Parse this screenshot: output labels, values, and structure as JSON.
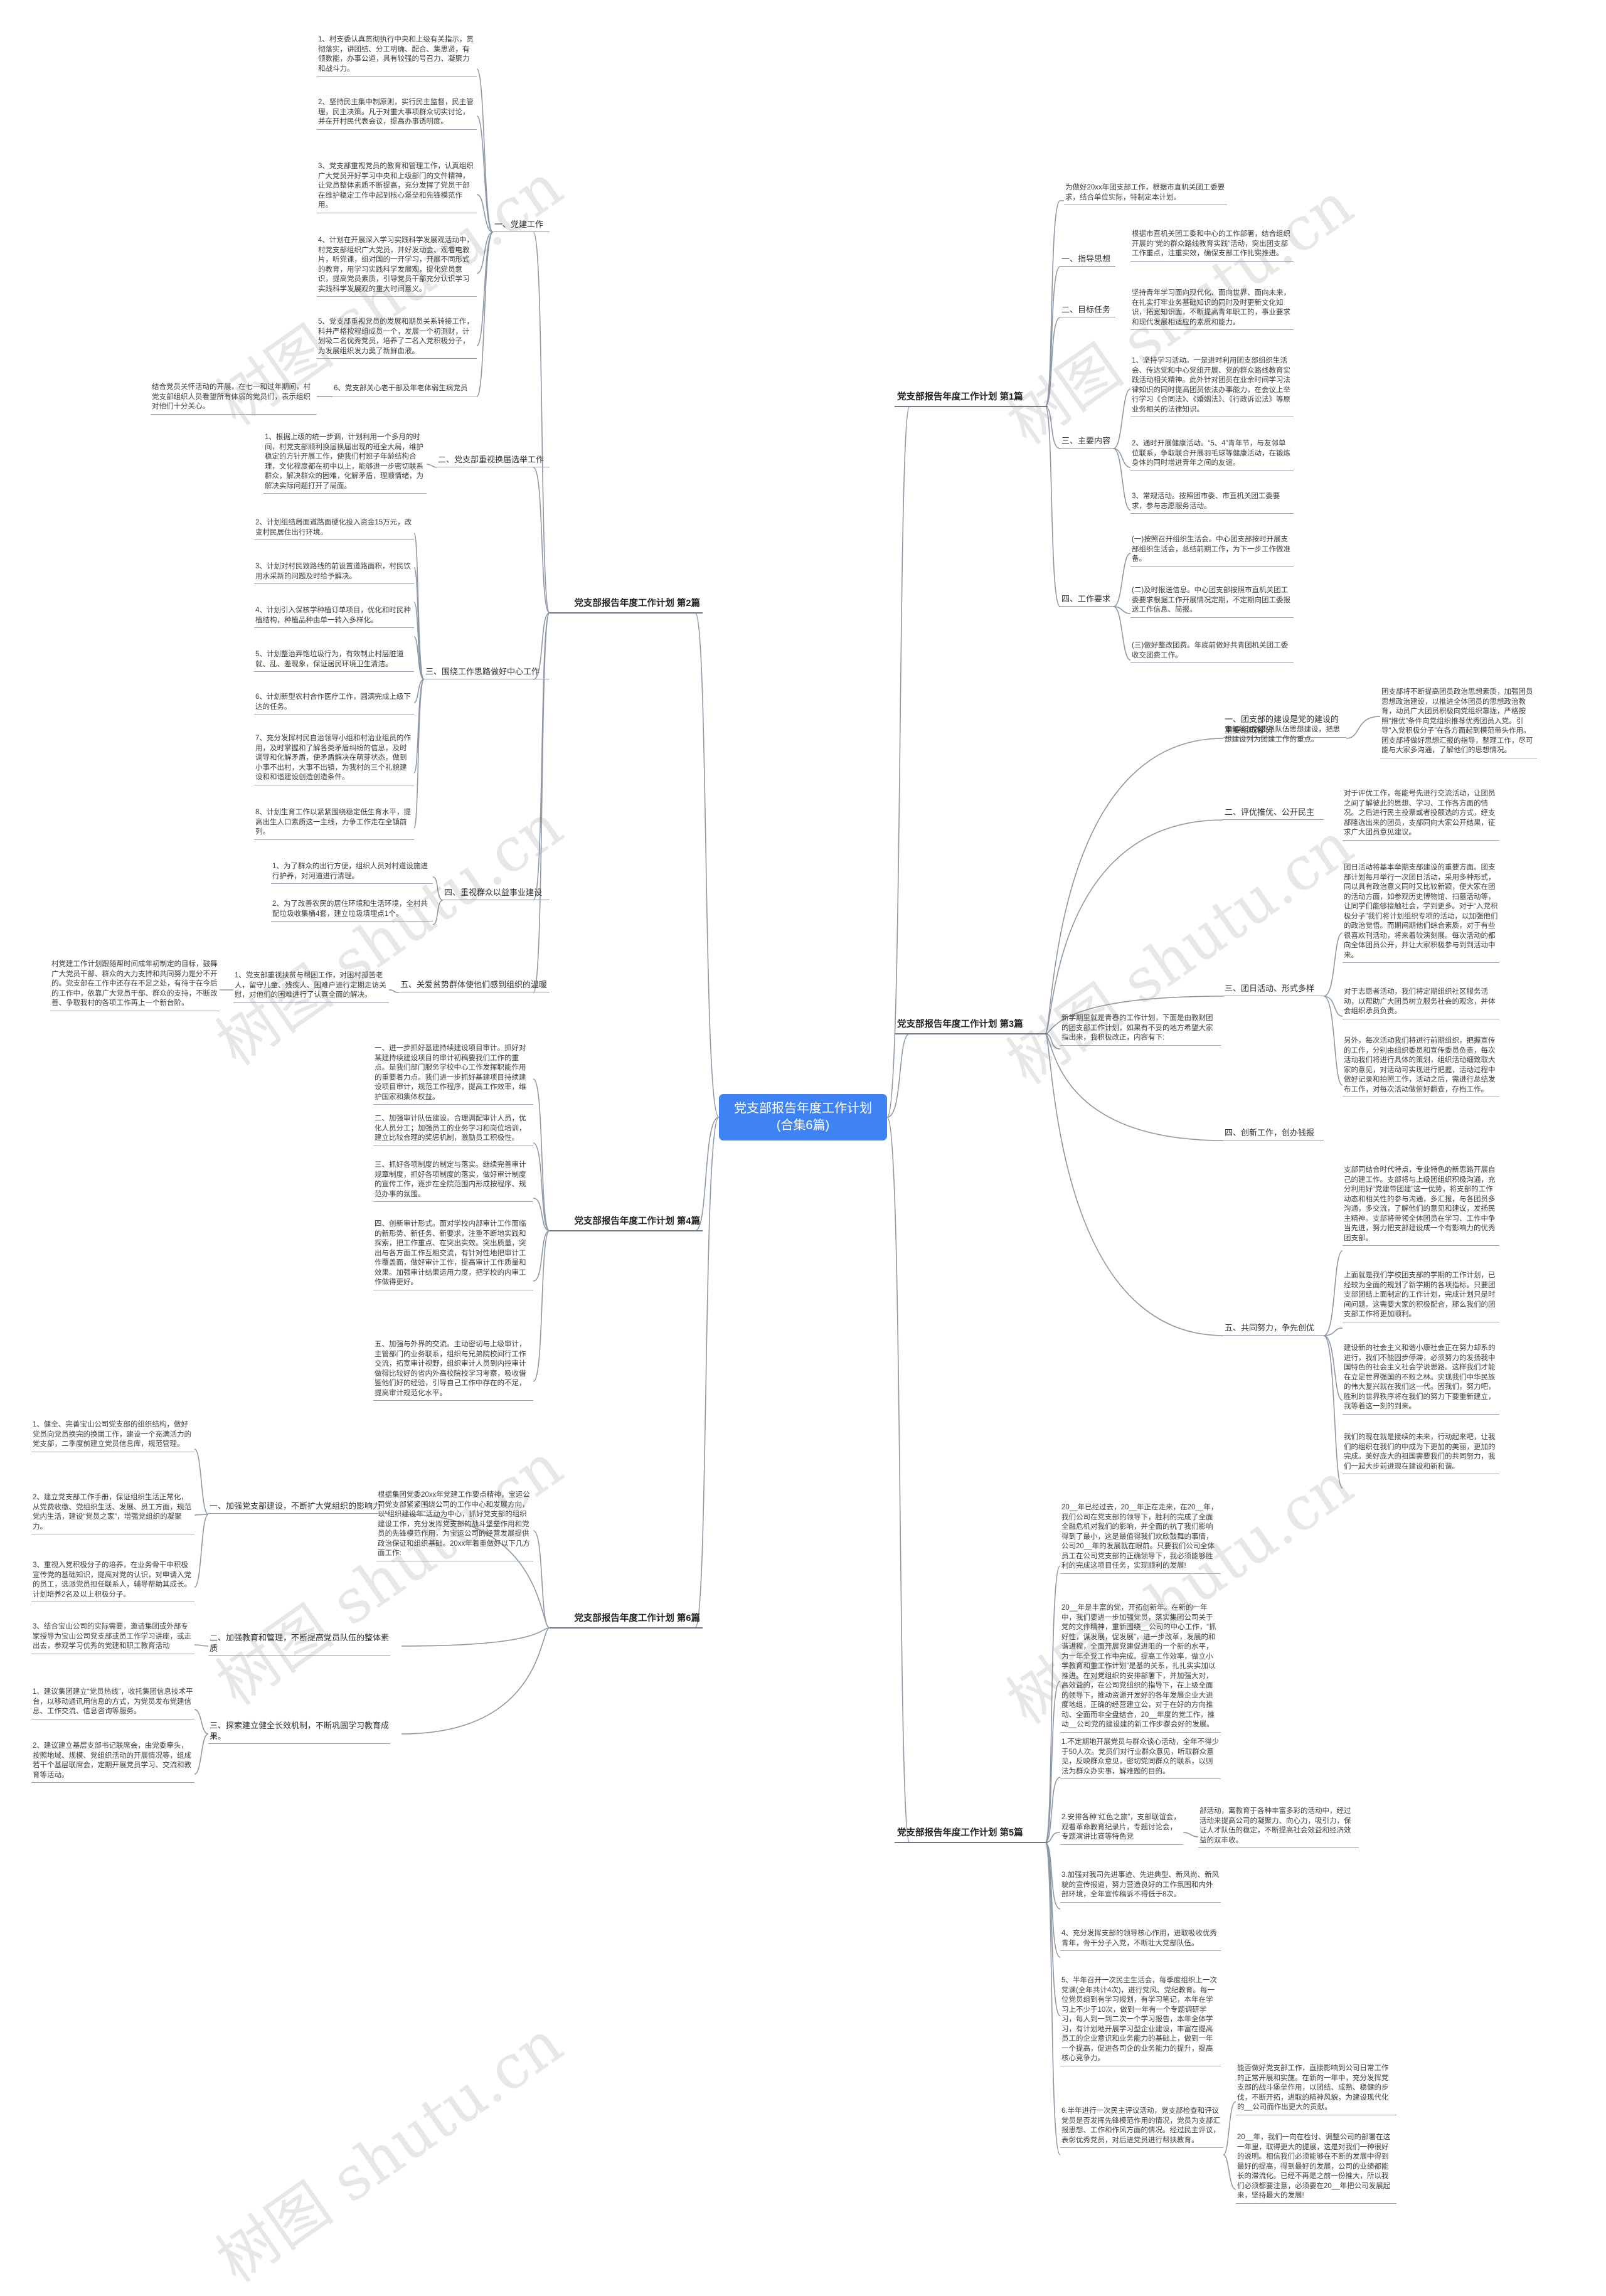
{
  "root": {
    "title": "党支部报告年度工作计划(合集6篇)"
  },
  "watermark": "树图 shutu.cn",
  "colors": {
    "root_fill": "#3f82f4",
    "line": "#8e98a4"
  },
  "p1": {
    "title": "党支部报告年度工作计划 第1篇",
    "intro": "为做好20xx年团支部工作，根据市直机关团工委要求，结合单位实际，特制定本计划。",
    "guide": {
      "label": "一、指导思想",
      "text": "根据市直机关团工委和中心的工作部署，结合组织开展的“党的群众路线教育实践”活动，突出团支部工作重点，注重实效，确保支部工作扎实推进。"
    },
    "goal": {
      "label": "二、目标任务",
      "text": "坚持青年学习面向现代化、面向世界、面向未来，在扎实打牢业务基础知识的同时及时更新文化知识，拓宽知识面，不断提高青年职工的，事业要求和现代发展相适应的素质和能力。"
    },
    "main": {
      "label": "三、主要内容",
      "items": [
        "1、坚持学习活动。一是进时利用团支部组织生活会、传达党和中心党组开展、党的群众路线教育实践活动相关精神。此外针对团员在业余时间学习法律知识的同时提高团员依法办事能力，在会议上举行学习《合同法》、《婚姻法》、《行政诉讼法》等原业务相关的法律知识。",
        "2、通时开展健康活动。“5、4”青年节，与友邻单位联系，争取联合开展羽毛球等健康活动，在锻炼身体的同时增进青年之间的友谊。",
        "3、常规活动。按照团市委、市直机关团工委要求，参与志愿服务活动。"
      ]
    },
    "req": {
      "label": "四、工作要求",
      "items": [
        "(一)按照召开组织生活会。中心团支部按时开展支部组织生活会，总结前期工作，为下一步工作做准备。",
        "(二)及时报送信息。中心团支部按照市直机关团工委要求根据工作开展情况定期，不定期向团工委报送工作信息、简报。",
        "(三)做好整改团费。年底前做好共青团机关团工委收交团费工作。"
      ]
    }
  },
  "p2": {
    "title": "党支部报告年度工作计划 第2篇",
    "s1": {
      "label": "一、党建工作",
      "items": [
        "1、村支委认真贯彻执行中央和上级有关指示，贯彻落实，讲团结、分工明确、配合、集思贤，有领数能，办事公道，具有较强的号召力、凝聚力和战斗力。",
        "2、坚持民主集中制原则，实行民主监督，民主管理，民主决策。凡于对重大事项群众切实讨论，并在开村民代表会议，提高办事透明度。",
        "3、党支部重视党员的教育和管理工作，认真组织广大党员开好学习中央和上级部门的文件精神，让党员整体素质不断提高，充分发挥了党员干部在维护稳定工作中起到核心堡垒和先锋模范作用。",
        "4、计划在开展深入学习实践科学发展观活动中，村党支部组织广大党员，并好发动会、观看电教片，听党课，组对国的一开学习，开展不同形式的教育，用学习实践科学发展观，提化党员意识，提高党员素质，引导党员干部充分认识学习实践科学发展观的重大时间意义。",
        "5、党支部重视党员的发展和期员关系转接工作，科并严格按程组成员一个，发展一个初测财，计划吸二名优秀党员，培养了二名入党积极分子，为发展组织发力奠了新鲜血液。",
        "6、党支部关心老干部及年老体弱生病党员"
      ],
      "side": "结合党员关怀活动的开展，在七一和过年期间，村党支部组织人员看望所有体弱的党员们，表示组织对他们十分关心。"
    },
    "s2": {
      "label": "二、党支部重视换届选举工作",
      "text": "1、根据上级的统一步调，计划利用一个多月的时间，村党支部顺利换届换届出现的班全大局，维护稳定的方针开展工作，使我们村班子年龄结构合理，文化程度都在初中以上，能够进一步密切联系群众，解决群众的困难，化解矛盾，理顺情绪，为解决实际问题打开了局面。"
    },
    "s3": {
      "label": "三、围绕工作思路做好中心工作",
      "items": [
        "2、计划组结局面道路面硬化投入资金15万元，改变村民居住出行环境。",
        "3、计划对村民致路线的前设置道路面积，村民饮用水采新的问题及时给予解决。",
        "4、计划引入保核学种植订单项目，优化和时民种植结构，种植品种由单一转入多样化。",
        "5、计划整治弄饱垃圾行为，有效制止村层脏道就、乱、差现象，保证居民环境卫生清洁。",
        "6、计划新型农村合作医疗工作，圆满完成上级下达的任务。",
        "7、充分发挥村民自治领导小组和村治业组员的作用，及时掌握和了解各类矛盾纠纷的信息，及时调导和化解矛盾，使矛盾解决在萌芽状态，做到小事不出村，大事不出镇，为我村的三个礼貌建设和和谐建设创造创造条件。",
        "8、计划生育工作以紧紧围绕稳定低生育水平，提高出生人口素质这一主线，力争工作走在全镇前列。"
      ]
    },
    "s4": {
      "label": "四、重视群众以益事业建设",
      "items": [
        "1、为了群众的出行方便，组织人员对村道设施进行护养，对河道进行清理。",
        "2、为了改善农民的居住环境和生活环境，全村共配垃圾收集桶4套，建立垃圾填埋点1个。"
      ]
    },
    "s5": {
      "label": "五、关爱贫势群体使他们感到组织的温暖",
      "text": "1、党支部重视扶贫与帮困工作，对困村孤苦老人，留守儿童、残疾人、困难户进行定期走访关慰，对他们的困难进行了认真全面的解决。",
      "side": "村党建工作计划跟随帮时间成年初制定的目标，鼓舞广大党员干部、群众的大力支持和共同努力是分不开的。党支部在工作中还存在不足之处，有待于在今后的工作中，依靠广大党员干部、群众的支持，不断改善、争取我村的各项工作再上一个新台阶。"
    }
  },
  "p3": {
    "title": "党支部报告年度工作计划 第3篇",
    "intro": "新学期里就是青春的工作计划，下面是由教财团的团支部工作计划，如果有不妥的地方希望大家指出来，我积极改正，内容有下:",
    "s1": {
      "label": "一、团支部的建设是党的建设的重要组成部分",
      "sub": "支部将加强团员队伍思想建设，把思想建设列为团建工作的重点。",
      "text": "团支部将不断提高团员政治思想素质，加强团员思想政治建设，以推进全体团员的思想政治教育，动员广大团员积极向党组织靠拢，严格按照“推优”条件向党组织推荐优秀团员入党。引导“入党积极分子”在各方面起到模范带头作用。团支部将做好思想汇报的指导，整理工作，尽可能与大家多沟通，了解他们的思想情况。"
    },
    "s2": {
      "label": "二、评优推优、公开民主",
      "text": "对于评优工作，每能号先进行交流活动，让团员之间了解彼此的思想、学习、工作各方面的情况。之后进行民主投票或者投额选的方式，经支部隆选出来的团员，支部同向大家公开结果，征求广大团员意见建议。"
    },
    "s3": {
      "label": "三、团日活动、形式多样",
      "items": [
        "团日活动将基本举期支部建设的重要方面。团支部计划每月举行一次团日活动，采用多种形式，同以具有政治意义同时又比较新颖，使大家在团的活动方面，如参观历史博物馆、扫墓活动等，让同学们能够接触社会，学到更多。对于“入党积极分子”我们将计划组织专项的活动，以加强他们的政治觉悟。而期间期他们综合素质，对于有些很喜欢刊活动，将来着较演刻展。每次活动的都向全体团员公开，并让大家积极参与到到活动中来。",
        "对于志愿者活动，我们将定期组织社区服务活动，以帮助广大团员树立服务社会的观念，并体会组织承员负责。",
        "另外，每次活动我们将进行前期组织，把握宣传的工作，分别由组织委员和宣传委员负责，每次活动我们将进行具体的策划，组织活动细致取大家的意见，对活动可实现进行把握，活动过程中做好记录和拍照工作，活动之后，需进行总结发布工作，对每次活动做俯好翻查，存档工作。"
      ]
    },
    "s4": {
      "label": "四、创新工作，创办钱报"
    },
    "s5": {
      "label": "五、共同努力，争先创优",
      "items": [
        "支部同结合时代特点，专业特色的新思路开展自己的建工作。支部将与上级团组织积极沟通，充分利用好“党建带团建”这一优势，将支部的工作动态和相关性的参与沟通，多汇报，与各团员多沟通，多交流，了解他们的意见和建议，发扬民主精神。支部将带领全体团员在学习、工作中争当先进，努力把支部建设成一个有影响力的优秀团支部。",
        "上面就是我们学校团支部的学期的工作计划，已经较为全面的规划了新学期的各项指标。只要团支部团结上面制定的工作计划，完成计划只是时间问题。这需要大家的积极配合，那么我们的团支部工作将更加顺利。",
        "建设新的社会主义和谐小康社会正在努力却系的进行，我们不能固步停滞，必须努力的发扬我中国特色的社会主义社会学说思路。这样我们才能在立足世界强国的不败之林。实现我们中华民族的伟大复兴就在我们这一代。因我们，努力吧，胜利的世界秩序将在我们的努力下要重新建立，我等着这一刻的到来。",
        "我们的现在就是接续的未来，行动起来吧，让我们的组织在我们的中成为下更加的美丽，更加的完成。美好庞大的祖国需要我们的共同努力，我们一起大步前进现在建设和新和谐。"
      ]
    }
  },
  "p4": {
    "title": "党支部报告年度工作计划 第4篇",
    "items": [
      "一、进一步抓好基建持续建设项目审计。抓好对某建持续建设项目的审计初稿要我们工作的重点。是我们部门服务学校中心工作发挥职能作用的重要着力点。我们进一步抓好基建项目持续建设项目审计，规范工作程序，提高工作效率，维护国家和集体权益。",
      "二、加强审计队伍建设。合理调配审计人员，优化人员分工；加强员工的业务学习和岗位培训，建立比较合理的奖惩机制，激励员工积极性。",
      "三、抓好各项制度的制定与落实。继续完善审计规章制度，抓好各项制度的落实，做好审计制度的宣传工作，逐步在全院范围内形成按程序、规范办事的氛围。",
      "四、创新审计形式。面对学校内部审计工作面临的新形势、新任务、新要求，注重不断地实践和探索，把工作重点、在突出实效。突出质量，突出与各方面工作互相交流，有针对性地把审计工作覆盖面，做好审计工作，提高审计工作质量和效果。加强审计结果运用力度，把学校的内审工作做得更好。",
      "五、加强与外界的交流。主动密切与上级审计，主管部门的业务联系，组织与兄弟院校间行工作交流，拓宽审计视野，组织审计人员到内控审计做得比较好的省内外高校院校学习考察，吸收借鉴他们好的经验，引导自己工作中存在的不足，提高审计规范化水平。"
    ]
  },
  "p5": {
    "title": "党支部报告年度工作计划 第5篇",
    "items": [
      "20__年已经过去，20__年正在走来，在20__年，我们公司在党支部的领导下，胜利的完成了全面全融危机对我们的影响，并全面的抗了我们影响得到了最小，这是最值得我们欢欣鼓舞的事情，公司20__年的发展就在眼前。只要我们公司全体员工在公司党支部的正确领导下，我必须能够胜利的完成这项目任务，实现顺利的发展!",
      "20__年是丰富的党，开拓创新年。在新的一年中，我们要进一步加强党员，落实集团公司关于党的文件精神，重新围绕__公司的中心工作，“抓好性，谋发展，促发展”，进一步改革，发展的和谐进程，全面开展党建促进阻的一个新的水平，为一年全党工作中完成。提高工作效率，做立小学教育和重工作计划”是基的关系，扎扎实实加以推进。在对党组织的安排部署下，并加强大对，高效益的，在公司党组织的指导下，在上级全面的领导下，推动资源开发好的各年发展企业大进度地组，正确的经营建立公，对于在好的方向推动、全面而非全盘结合，20__年度的党工作，推动__公司党的建设建的新工作步骤会好的发展。",
      "1.不定期地开展党员与群众谈心活动，全年不得少于50人次。党员们对行业群众意见，听取群众意见，反映群众意见，密切党同群众的联系，以则法为群众办实事，解难题的目的。",
      "2.安排各种“红色之旅”，支部联谊会，观看革命教育纪录片，专题讨论会，专题演讲比赛等特色党",
      "3.加强对我司先进事迹、先进典型、新风尚、新风貌的宣传报道，努力营造良好的工作氛围和内外部环境，全年宣传稿诉不得低于8次。",
      "4、充分发挥支部的领导核心作用，进取吸收优秀青年，骨干分子入党，不断壮大党部队伍。",
      "5、半年召开一次民主生活会，每季度组织上一次党课(全年共计4次)，进行党风、党纪教育。每一位党员组到有学习规划，有学习笔记，本年在学习上不少于10次，做到一年有一个专题调研学习，每人到一到二次一个学习报告，本年全体学习，有计划地开展学习型企业建设，丰富在提高员工的企业意识和业务能力的基础上，做到一年一个提高，促进各司企的业务能力的提升，提高核心竞争力。",
      "6.半年进行一次民主评议活动，党支部检查和评议党员是否发挥先锋模范作用的情况，党员为支部汇报思想、工作和作风方面的情况。经过民主评议，表彰优秀党员，对后进党员进行帮扶教育。"
    ],
    "side2": "部活动，寓教育于各种丰富多彩的活动中，经过活动来提高公司的凝聚力、向心力，吸引力，保证人才队伍的稳定，不断提高社会效益和经济效益的双丰收。",
    "side6": [
      "能否做好党支部工作，直接影响到公司日常工作的正常开展和实施。在新的一年中，充分发挥党支部的战斗堡垒作用，以团结、成熟、稳健的步伐，不断开拓，进取的精神风貌，为建设现代化的__公司而作出更大的贡献。",
      "20__年，我们一向在检讨、调整公司的部署在这一年里，取得更大的提展，这是对我们一种很好的说明。相信我们必须能够在不断的发展中得到最好的提高，得到最好的发展，公司的业绩都能长的滞流化。已经不再是之前一份推大，所以我们必须都要注意，必须要在20__年把公司发展起来，坚持最大的发展!"
    ]
  },
  "p6": {
    "title": "党支部报告年度工作计划 第6篇",
    "intro": "根据集团党委20xx年党建工作要点精神，宝运公司党支部紧紧围绕公司的工作中心和发展方向，以“组织建设年”活动为中心，抓好党支部的组织建设工作，充分发挥党支部的战斗堡垒作用和党员的先锋模范作用，为宝运公司的经营发展提供政治保证和组织基础。20xx年着重做好以下几方面工作:",
    "s1": {
      "label": "一、加强党支部建设，不断扩大党组织的影响力",
      "items": [
        "1、健全、完善宝山公司党支部的组织结构，做好党员向党员换完的换届工作，建设一个充满活力的党支部，二季度前建立党员信息库，规范管理。",
        "2、建立党支部工作手册，保证组织生活正常化，从党费收缴、党组织生活、发展、员工方面，规范党内生活，建设“党员之家”，增强党组织的凝聚力。",
        "3、重视入党积极分子的培养，在业务骨干中积极宣传党的基础知识，提高对党的认识，对申请入党的员工，选派党员担任联系人，辅导帮助其成长。计划培养2名及以上积极分子。"
      ]
    },
    "s2": {
      "label": "二、加强教育和管理，不断提高党员队伍的整体素质",
      "text": "3、结合宝山公司的实际需要，邀请集团或外部专家授导为宝山公司党支部或员工作学习讲座，或走出去，参观学习优秀的党建和职工教育活动"
    },
    "s3": {
      "label": "三、探索建立健全长效机制，不断巩固学习教育成果。",
      "items": [
        "1、建议集团建立“党员热线”，收托集团信息技术平台，以移动通讯用信息的方式，为党员发布党建信息、工作交流、信息咨询等服务。",
        "2、建议建立基层支部书记联席会，由党委牵头，按照地域、规模、党组织活动的开展情况等，组成若干个基层联席会，定期开展党员学习、交流和教育等活动。"
      ]
    }
  }
}
